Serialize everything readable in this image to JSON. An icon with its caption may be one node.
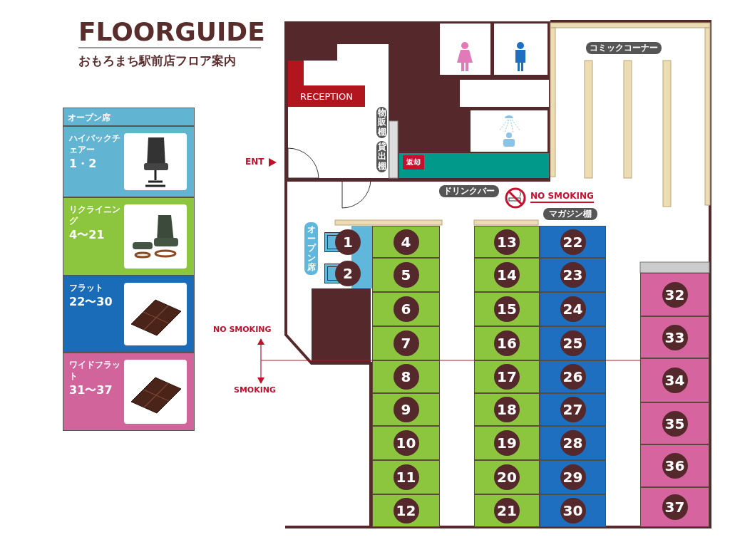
{
  "diagram": {
    "title": "FLOORGUIDE",
    "nodes": [
      {
        "text": [
          "オープン席"
        ]
      },
      {
        "text": [
          "ハイバックチェアー",
          "1・2"
        ]
      },
      {
        "text": [
          "リクライニング",
          "4〜21"
        ]
      },
      {
        "text": [
          "フラット",
          "22〜30"
        ]
      },
      {
        "text": [
          "ワイドフラット",
          "31〜37"
        ]
      },
      {
        "text": [
          "RECEPTION"
        ]
      },
      {
        "text": [
          "物販棚"
        ]
      },
      {
        "text": [
          "貸出棚"
        ]
      },
      {
        "text": [
          "返却"
        ]
      },
      {
        "text": [
          "コミックコーナー"
        ]
      },
      {
        "text": [
          "ドリンクバー"
        ]
      },
      {
        "text": [
          "NO SMOKING"
        ]
      },
      {
        "text": [
          "マガジン棚"
        ]
      },
      {
        "text": [
          "オープン席"
        ]
      },
      {
        "text": [
          "1"
        ]
      },
      {
        "text": [
          "2"
        ]
      },
      {
        "text": [
          "4"
        ]
      },
      {
        "text": [
          "5"
        ]
      },
      {
        "text": [
          "6"
        ]
      },
      {
        "text": [
          "7"
        ]
      },
      {
        "text": [
          "8"
        ]
      },
      {
        "text": [
          "9"
        ]
      },
      {
        "text": [
          "10"
        ]
      },
      {
        "text": [
          "11"
        ]
      },
      {
        "text": [
          "12"
        ]
      },
      {
        "text": [
          "13"
        ]
      },
      {
        "text": [
          "14"
        ]
      },
      {
        "text": [
          "15"
        ]
      },
      {
        "text": [
          "16"
        ]
      },
      {
        "text": [
          "17"
        ]
      },
      {
        "text": [
          "18"
        ]
      },
      {
        "text": [
          "19"
        ]
      },
      {
        "text": [
          "20"
        ]
      },
      {
        "text": [
          "21"
        ]
      },
      {
        "text": [
          "22"
        ]
      },
      {
        "text": [
          "23"
        ]
      },
      {
        "text": [
          "24"
        ]
      },
      {
        "text": [
          "25"
        ]
      },
      {
        "text": [
          "26"
        ]
      },
      {
        "text": [
          "27"
        ]
      },
      {
        "text": [
          "28"
        ]
      },
      {
        "text": [
          "29"
        ]
      },
      {
        "text": [
          "30"
        ]
      },
      {
        "text": [
          "32"
        ]
      },
      {
        "text": [
          "33"
        ]
      },
      {
        "text": [
          "34"
        ]
      },
      {
        "text": [
          "35"
        ]
      },
      {
        "text": [
          "36"
        ]
      },
      {
        "text": [
          "37"
        ]
      }
    ],
    "labels": [
      "おもろまち駅前店フロア案内",
      "ENT",
      "NO SMOKING",
      "SMOKING"
    ]
  }
}
